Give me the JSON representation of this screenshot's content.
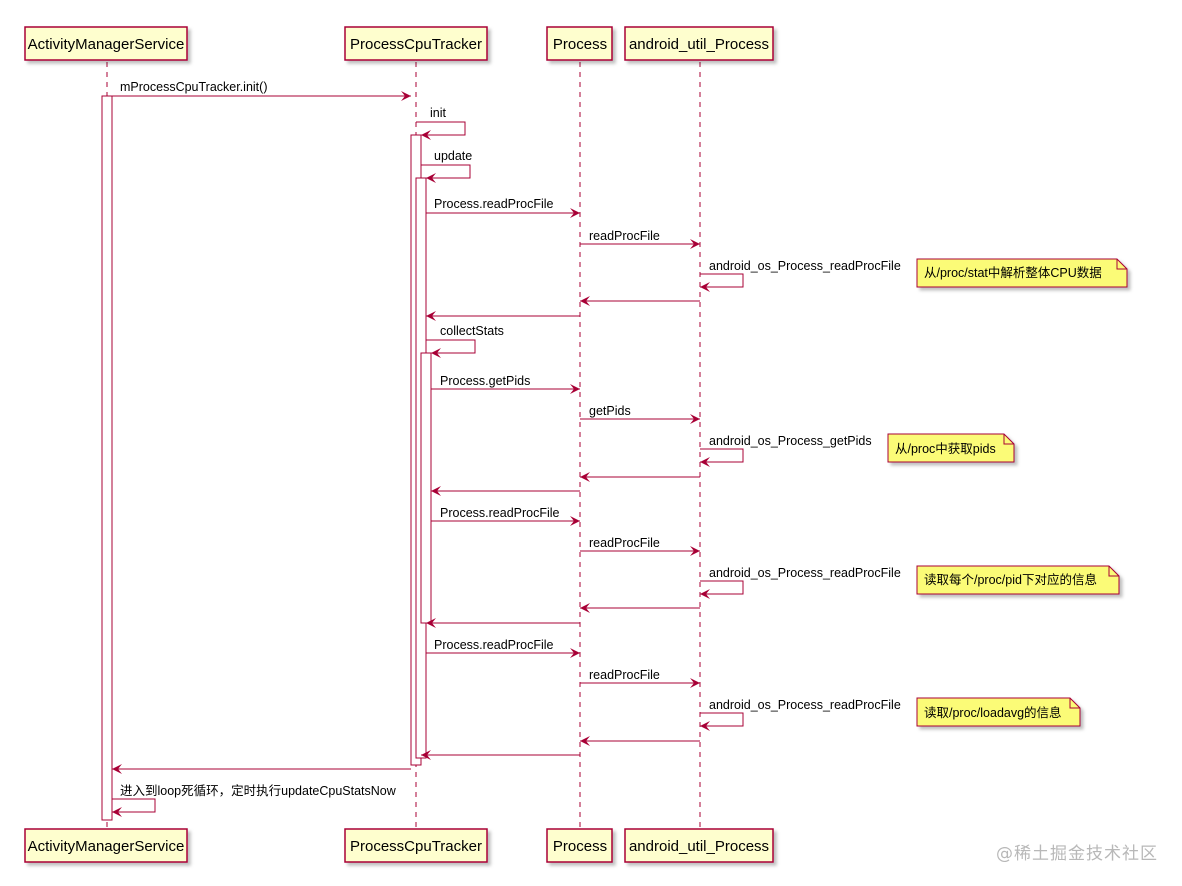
{
  "participants": [
    {
      "id": "ams",
      "label": "ActivityManagerService"
    },
    {
      "id": "pct",
      "label": "ProcessCpuTracker"
    },
    {
      "id": "proc",
      "label": "Process"
    },
    {
      "id": "aup",
      "label": "android_util_Process"
    }
  ],
  "messages": {
    "m1": "mProcessCpuTracker.init()",
    "m2": "init",
    "m3": "update",
    "m4": "Process.readProcFile",
    "m5": "readProcFile",
    "m6": "android_os_Process_readProcFile",
    "m7": "collectStats",
    "m8": "Process.getPids",
    "m9": "getPids",
    "m10": "android_os_Process_getPids",
    "m11": "Process.readProcFile",
    "m12": "readProcFile",
    "m13": "android_os_Process_readProcFile",
    "m14": "Process.readProcFile",
    "m15": "readProcFile",
    "m16": "android_os_Process_readProcFile",
    "m17": "进入到loop死循环，定时执行updateCpuStatsNow"
  },
  "notes": {
    "n1": "从/proc/stat中解析整体CPU数据",
    "n2": "从/proc中获取pids",
    "n3": "读取每个/proc/pid下对应的信息",
    "n4": "读取/proc/loadavg的信息"
  },
  "watermark": "@稀土掘金技术社区",
  "colors": {
    "participant_fill": "#FEFECE",
    "participant_border": "#A80036",
    "arrow": "#A80036",
    "note_fill": "#FBFB77"
  }
}
